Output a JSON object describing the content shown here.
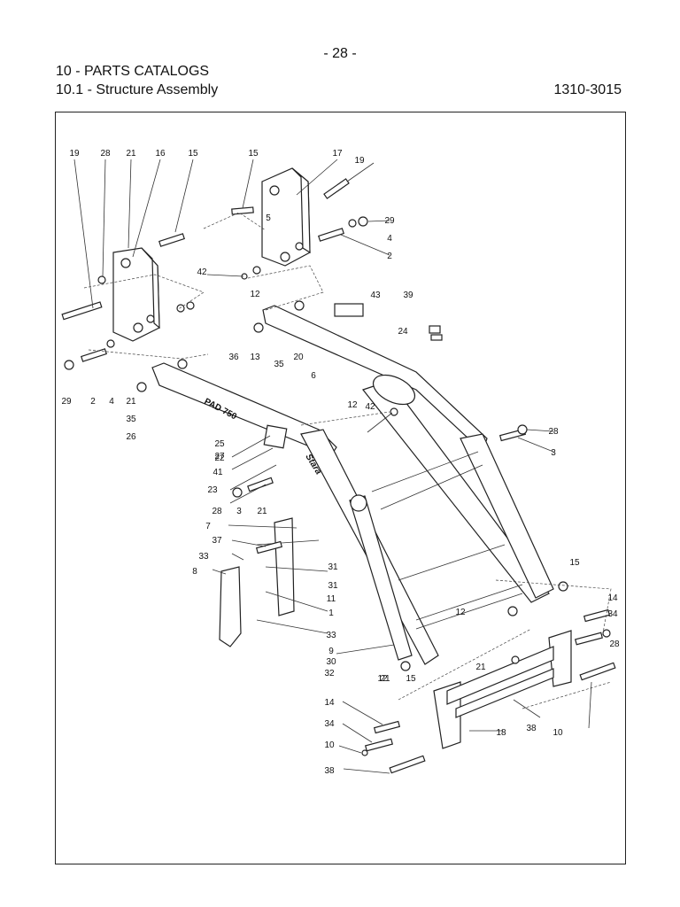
{
  "header": {
    "page_number": "- 28 -",
    "catalog_title": "10 - PARTS CATALOGS",
    "section_title": "10.1 - Structure Assembly",
    "part_code": "1310-3015"
  },
  "diagram": {
    "arm_brand_text": "PAD 750",
    "arm_logo_text": "Stara",
    "callouts": [
      "19",
      "28",
      "21",
      "16",
      "15",
      "15",
      "17",
      "19",
      "29",
      "4",
      "2",
      "5",
      "42",
      "12",
      "43",
      "39",
      "24",
      "29",
      "2",
      "4",
      "21",
      "35",
      "26",
      "36",
      "13",
      "35",
      "20",
      "6",
      "12",
      "42",
      "28",
      "3",
      "27",
      "25",
      "22",
      "41",
      "23",
      "28",
      "3",
      "21",
      "7",
      "37",
      "33",
      "8",
      "31",
      "31",
      "11",
      "1",
      "33",
      "9",
      "30",
      "32",
      "12",
      "21",
      "12",
      "15",
      "14",
      "34",
      "28",
      "21",
      "15",
      "14",
      "34",
      "10",
      "38",
      "18",
      "38",
      "10"
    ]
  }
}
